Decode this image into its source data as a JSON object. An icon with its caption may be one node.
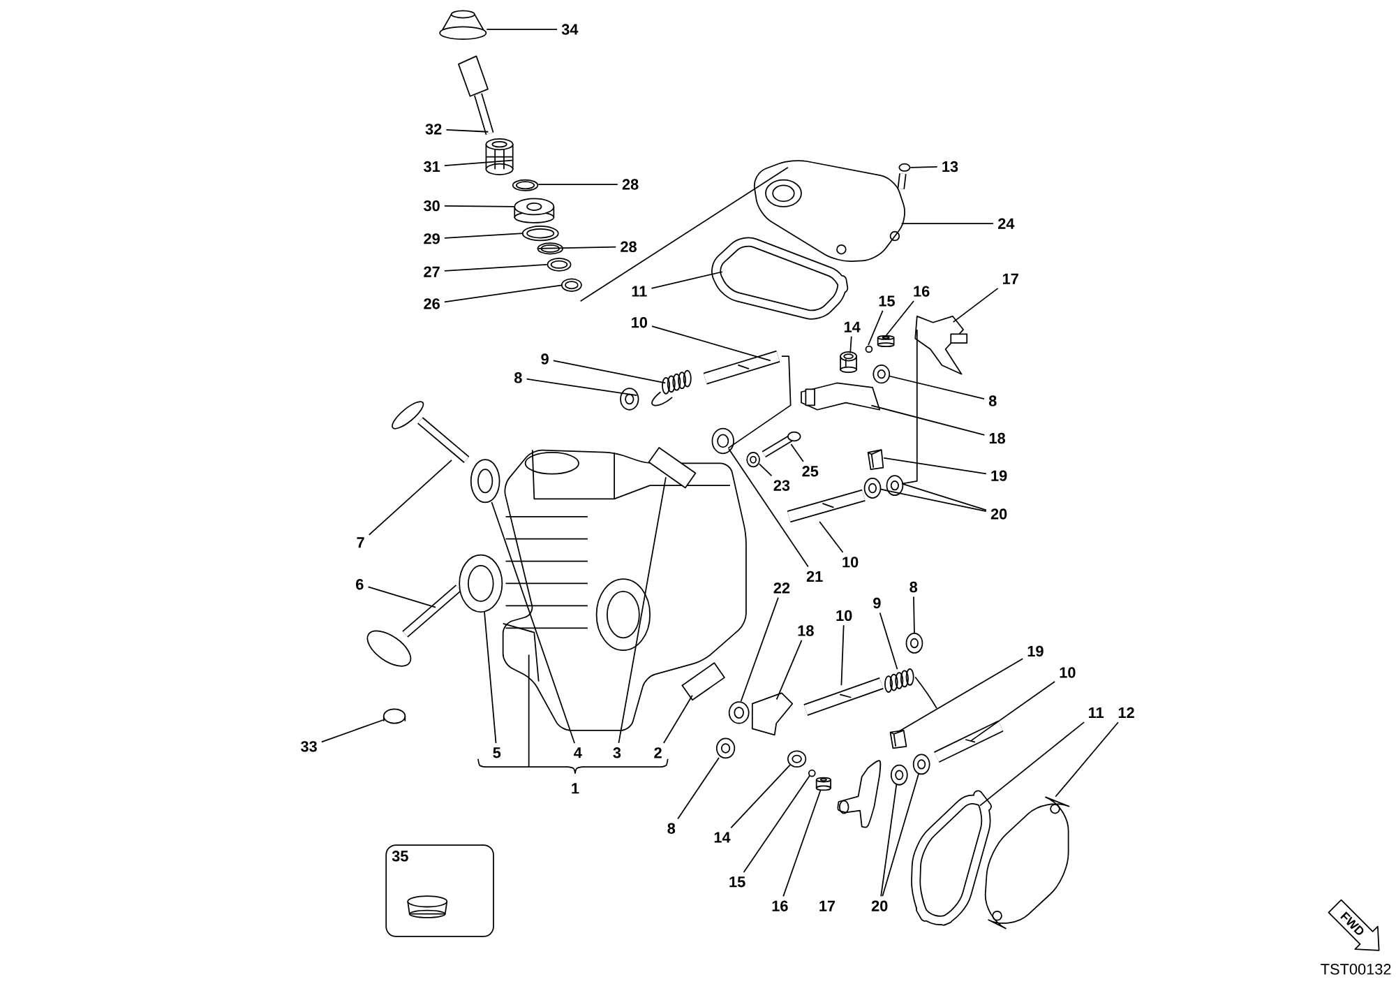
{
  "diagram": {
    "nodes": [
      {
        "text": [
          "34"
        ]
      },
      {
        "text": [
          "32"
        ]
      },
      {
        "text": [
          "31"
        ]
      },
      {
        "text": [
          "13"
        ]
      },
      {
        "text": [
          "28"
        ]
      },
      {
        "text": [
          "30"
        ]
      },
      {
        "text": [
          "24"
        ]
      },
      {
        "text": [
          "29"
        ]
      },
      {
        "text": [
          "28"
        ]
      },
      {
        "text": [
          "27"
        ]
      },
      {
        "text": [
          "17"
        ]
      },
      {
        "text": [
          "16"
        ]
      },
      {
        "text": [
          "11"
        ]
      },
      {
        "text": [
          "15"
        ]
      },
      {
        "text": [
          "26"
        ]
      },
      {
        "text": [
          "10"
        ]
      },
      {
        "text": [
          "14"
        ]
      },
      {
        "text": [
          "9"
        ]
      },
      {
        "text": [
          "8"
        ]
      },
      {
        "text": [
          "8"
        ]
      },
      {
        "text": [
          "18"
        ]
      },
      {
        "text": [
          "25"
        ]
      },
      {
        "text": [
          "19"
        ]
      },
      {
        "text": [
          "23"
        ]
      },
      {
        "text": [
          "20"
        ]
      },
      {
        "text": [
          "7"
        ]
      },
      {
        "text": [
          "10"
        ]
      },
      {
        "text": [
          "21"
        ]
      },
      {
        "text": [
          "6"
        ]
      },
      {
        "text": [
          "8"
        ]
      },
      {
        "text": [
          "22"
        ]
      },
      {
        "text": [
          "9"
        ]
      },
      {
        "text": [
          "10"
        ]
      },
      {
        "text": [
          "18"
        ]
      },
      {
        "text": [
          "19"
        ]
      },
      {
        "text": [
          "10"
        ]
      },
      {
        "text": [
          "11"
        ]
      },
      {
        "text": [
          "12"
        ]
      },
      {
        "text": [
          "33"
        ]
      },
      {
        "text": [
          "5"
        ]
      },
      {
        "text": [
          "4"
        ]
      },
      {
        "text": [
          "3"
        ]
      },
      {
        "text": [
          "2"
        ]
      },
      {
        "text": [
          "1"
        ]
      },
      {
        "text": [
          "8"
        ]
      },
      {
        "text": [
          "14"
        ]
      },
      {
        "text": [
          "35"
        ]
      },
      {
        "text": [
          "15"
        ]
      },
      {
        "text": [
          "16"
        ]
      },
      {
        "text": [
          "17"
        ]
      },
      {
        "text": [
          "20"
        ]
      },
      {
        "text": [],
        "shape": "picture"
      },
      {
        "text": [],
        "shape": "picture"
      },
      {
        "text": [],
        "shape": "picture"
      },
      {
        "text": [],
        "shape": "picture"
      },
      {
        "text": [],
        "shape": "picture"
      },
      {
        "text": [],
        "shape": "picture"
      },
      {
        "text": [],
        "shape": "picture"
      },
      {
        "text": [],
        "shape": "picture"
      },
      {
        "text": [],
        "shape": "picture"
      },
      {
        "text": [],
        "shape": "picture"
      },
      {
        "text": [],
        "shape": "picture"
      },
      {
        "text": [],
        "shape": "cylinder"
      },
      {
        "text": [],
        "shape": "picture"
      },
      {
        "text": [],
        "shape": "picture"
      },
      {
        "text": [],
        "shape": "picture"
      },
      {
        "text": [],
        "shape": "picture"
      },
      {
        "text": [],
        "shape": "picture"
      },
      {
        "text": [],
        "shape": "picture"
      },
      {
        "text": [],
        "shape": "picture"
      },
      {
        "text": [],
        "shape": "picture"
      },
      {
        "text": [],
        "shape": "picture"
      },
      {
        "text": [],
        "shape": "picture"
      },
      {
        "text": [],
        "shape": "picture"
      },
      {
        "text": [],
        "shape": "picture"
      },
      {
        "text": [],
        "shape": "picture"
      },
      {
        "text": [],
        "shape": "picture"
      },
      {
        "text": [],
        "shape": "picture"
      },
      {
        "text": [],
        "shape": "picture"
      },
      {
        "text": [],
        "shape": "picture"
      },
      {
        "text": [],
        "shape": "picture"
      },
      {
        "text": [],
        "shape": "picture"
      },
      {
        "text": [],
        "shape": "picture"
      },
      {
        "text": [],
        "shape": "picture"
      },
      {
        "text": [],
        "shape": "picture"
      },
      {
        "text": [],
        "shape": "picture"
      },
      {
        "text": [],
        "shape": "picture"
      },
      {
        "text": [],
        "shape": "picture"
      },
      {
        "text": [],
        "shape": "picture"
      },
      {
        "text": [],
        "shape": "picture"
      },
      {
        "text": [],
        "shape": "picture"
      },
      {
        "text": [],
        "shape": "picture"
      },
      {
        "text": [],
        "shape": "picture"
      },
      {
        "text": [],
        "shape": "picture"
      },
      {
        "text": [],
        "shape": "picture"
      },
      {
        "text": [],
        "shape": "picture"
      },
      {
        "text": [],
        "shape": "picture"
      },
      {
        "text": [],
        "shape": "picture"
      },
      {
        "text": [],
        "shape": "cylinder"
      },
      {
        "text": [],
        "shape": "picture"
      },
      {
        "text": [],
        "shape": "picture"
      }
    ],
    "edges": [
      {
        "from": 0,
        "to": 51,
        "arrow": "none"
      },
      {
        "from": 1,
        "to": 52,
        "arrow": "none"
      },
      {
        "from": 2,
        "to": 53,
        "arrow": "none"
      },
      {
        "from": 3,
        "to": 54,
        "arrow": "none"
      },
      {
        "from": 4,
        "to": 55,
        "arrow": "none"
      },
      {
        "from": 5,
        "to": 56,
        "arrow": "none"
      },
      {
        "from": 6,
        "to": 57,
        "arrow": "none"
      },
      {
        "from": 7,
        "to": 58,
        "arrow": "none"
      },
      {
        "from": 8,
        "to": 59,
        "arrow": "none"
      },
      {
        "from": 9,
        "to": 60,
        "arrow": "none"
      },
      {
        "from": 10,
        "to": 61,
        "arrow": "none"
      },
      {
        "from": 11,
        "to": 62,
        "arrow": "none"
      },
      {
        "from": 12,
        "to": 63,
        "arrow": "none"
      },
      {
        "from": 13,
        "to": 64,
        "arrow": "none"
      },
      {
        "from": 14,
        "to": 65,
        "arrow": "none"
      },
      {
        "from": 15,
        "to": 66,
        "arrow": "none"
      },
      {
        "from": 16,
        "to": 67,
        "arrow": "none"
      },
      {
        "from": 17,
        "to": 68,
        "arrow": "none"
      },
      {
        "from": 18,
        "to": 69,
        "arrow": "none"
      },
      {
        "from": 19,
        "to": 70,
        "arrow": "none"
      },
      {
        "from": 20,
        "to": 71,
        "arrow": "none"
      },
      {
        "from": 21,
        "to": 72,
        "arrow": "none"
      },
      {
        "from": 22,
        "to": 73,
        "arrow": "none"
      },
      {
        "from": 23,
        "to": 74,
        "arrow": "none"
      },
      {
        "from": 24,
        "to": 75,
        "arrow": "none"
      },
      {
        "from": 24,
        "to": 76,
        "arrow": "none"
      },
      {
        "from": 25,
        "to": 77,
        "arrow": "none"
      },
      {
        "from": 26,
        "to": 78,
        "arrow": "none"
      },
      {
        "from": 27,
        "to": 79,
        "arrow": "none"
      },
      {
        "from": 28,
        "to": 80,
        "arrow": "none"
      },
      {
        "from": 29,
        "to": 81,
        "arrow": "none"
      },
      {
        "from": 30,
        "to": 82,
        "arrow": "none"
      },
      {
        "from": 31,
        "to": 83,
        "arrow": "none"
      },
      {
        "from": 32,
        "to": 84,
        "arrow": "none"
      },
      {
        "from": 33,
        "to": 85,
        "arrow": "none"
      },
      {
        "from": 34,
        "to": 86,
        "arrow": "none"
      },
      {
        "from": 35,
        "to": 87,
        "arrow": "none"
      },
      {
        "from": 36,
        "to": 88,
        "arrow": "none"
      },
      {
        "from": 37,
        "to": 89,
        "arrow": "none"
      },
      {
        "from": 38,
        "to": 90,
        "arrow": "none"
      },
      {
        "from": 39,
        "to": 91,
        "arrow": "none"
      },
      {
        "from": 40,
        "to": 92,
        "arrow": "none"
      },
      {
        "from": 41,
        "to": 93,
        "arrow": "none"
      },
      {
        "from": 42,
        "to": 94,
        "arrow": "none"
      },
      {
        "from": 44,
        "to": 95,
        "arrow": "none"
      },
      {
        "from": 45,
        "to": 96,
        "arrow": "none"
      },
      {
        "from": 47,
        "to": 97,
        "arrow": "none"
      },
      {
        "from": 48,
        "to": 98,
        "arrow": "none"
      },
      {
        "from": 50,
        "to": 99,
        "arrow": "none"
      },
      {
        "from": 50,
        "to": 100,
        "arrow": "none"
      },
      {
        "from": 61,
        "to": 76,
        "arrow": "none"
      },
      {
        "from": 66,
        "to": 79,
        "arrow": "none"
      },
      {
        "from": 65,
        "to": 57,
        "arrow": "none"
      }
    ],
    "labels": [
      "FWD",
      "TST00132"
    ]
  }
}
